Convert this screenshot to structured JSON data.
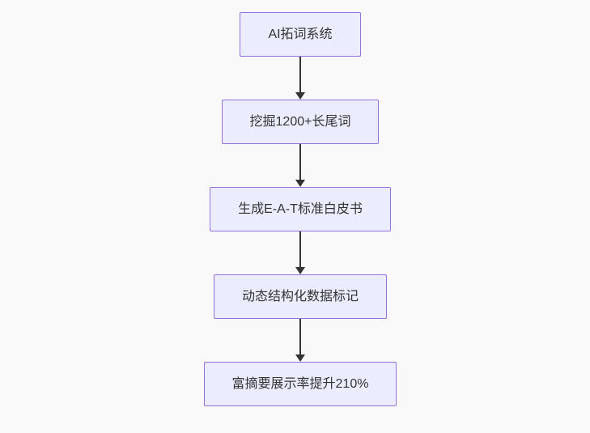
{
  "page": {
    "background_color": "#f9f9f9"
  },
  "flowchart": {
    "type": "flowchart",
    "direction": "top-down",
    "node_fill_color": "#ECECFF",
    "node_border_color": "#9370DB",
    "text_color": "#333333",
    "arrow_color": "#333333",
    "nodes": [
      {
        "id": "node-1",
        "label": "AI拓词系统"
      },
      {
        "id": "node-2",
        "label": "挖掘1200+长尾词"
      },
      {
        "id": "node-3",
        "label": "生成E-A-T标准白皮书"
      },
      {
        "id": "node-4",
        "label": "动态结构化数据标记"
      },
      {
        "id": "node-5",
        "label": "富摘要展示率提升210%"
      }
    ],
    "edges": [
      {
        "from": "node-1",
        "to": "node-2"
      },
      {
        "from": "node-2",
        "to": "node-3"
      },
      {
        "from": "node-3",
        "to": "node-4"
      },
      {
        "from": "node-4",
        "to": "node-5"
      }
    ]
  }
}
